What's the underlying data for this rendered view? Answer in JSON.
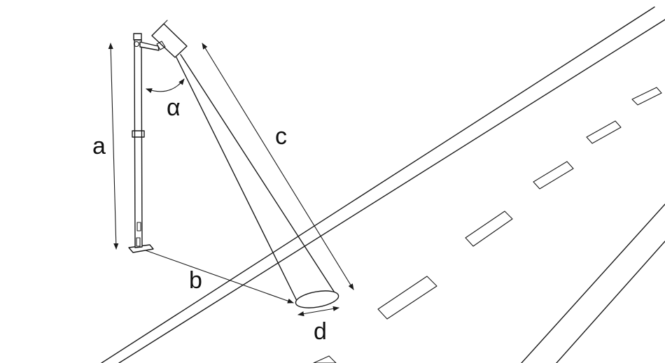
{
  "labels": {
    "height": "a",
    "angle": "α",
    "distance": "b",
    "beam_length": "c",
    "spot_diameter": "d"
  },
  "colors": {
    "stroke": "#1a1a1a",
    "background": "#ffffff"
  }
}
